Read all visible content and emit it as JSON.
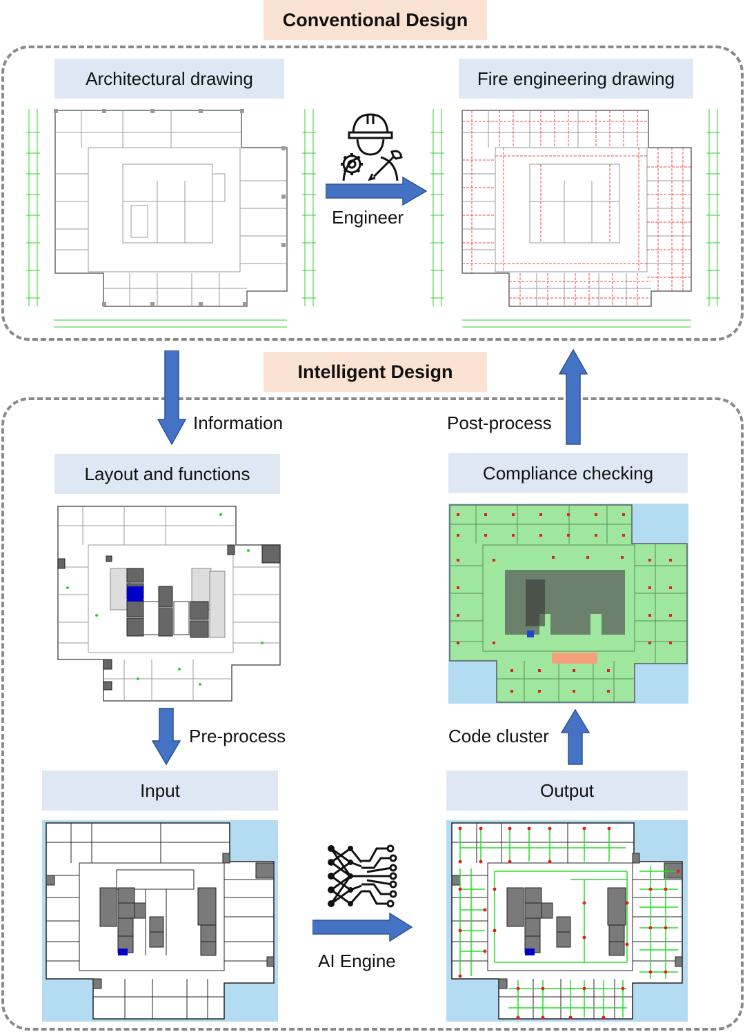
{
  "sections": {
    "conventional": "Conventional Design",
    "intelligent": "Intelligent Design"
  },
  "boxes": {
    "architectural": "Architectural drawing",
    "fire_engineering": "Fire engineering drawing",
    "layout_functions": "Layout and functions",
    "compliance": "Compliance checking",
    "input": "Input",
    "output": "Output"
  },
  "arrows": {
    "engineer": "Engineer",
    "information": "Information",
    "post_process": "Post-process",
    "pre_process": "Pre-process",
    "code_cluster": "Code cluster",
    "ai_engine": "AI Engine"
  },
  "colors": {
    "arrow": "#4472c4",
    "section_bg": "#fbe3d3",
    "label_bg": "#dde8f4",
    "dashed_border": "#8a8a8a",
    "plan_water": "#b3dcf2",
    "pipe_green": "#22dd22",
    "sprinkler_red": "#e02020",
    "fire_line": "#ee4444",
    "core_gray": "#7a7a7a"
  },
  "icons": [
    "engineer-icon",
    "neural-network-icon"
  ]
}
